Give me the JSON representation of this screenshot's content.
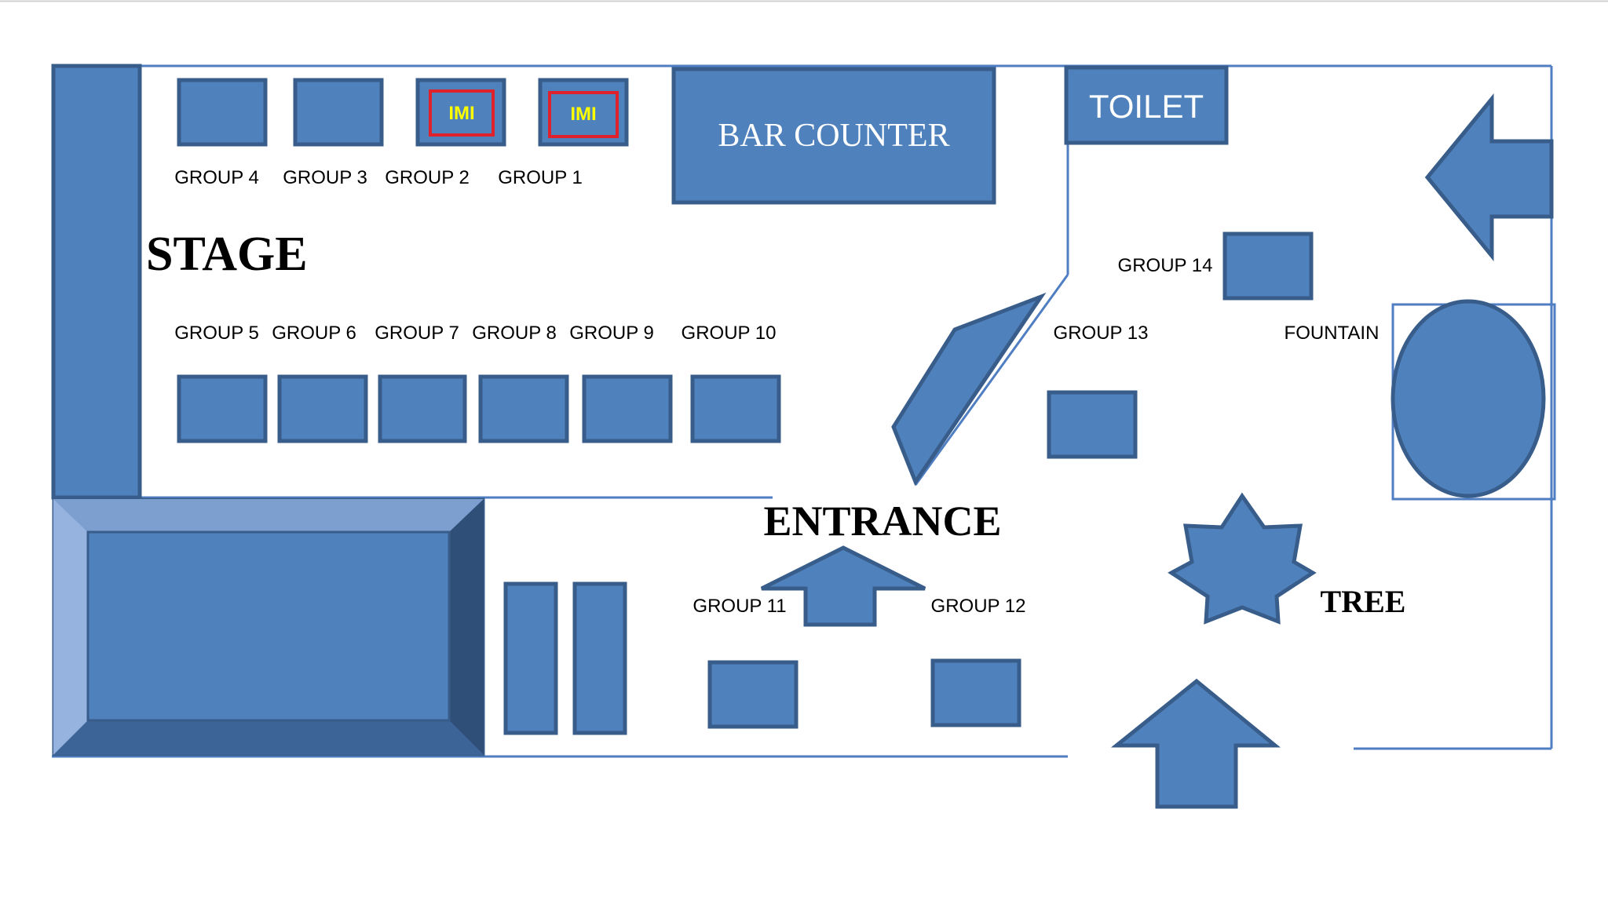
{
  "labels": {
    "stage": "STAGE",
    "entrance": "ENTRANCE",
    "bar_counter": "BAR COUNTER",
    "toilet": "TOILET",
    "fountain": "FOUNTAIN",
    "tree": "TREE",
    "imi": "IMI"
  },
  "groups": {
    "g1": "GROUP 1",
    "g2": "GROUP 2",
    "g3": "GROUP 3",
    "g4": "GROUP 4",
    "g5": "GROUP 5",
    "g6": "GROUP 6",
    "g7": "GROUP 7",
    "g8": "GROUP 8",
    "g9": "GROUP 9",
    "g10": "GROUP 10",
    "g11": "GROUP 11",
    "g12": "GROUP 12",
    "g13": "GROUP 13",
    "g14": "GROUP 14"
  },
  "colors": {
    "block_fill": "#4f81bd",
    "block_stroke": "#385d8a",
    "imi_border": "#e0202a",
    "imi_text": "#ffff00"
  }
}
